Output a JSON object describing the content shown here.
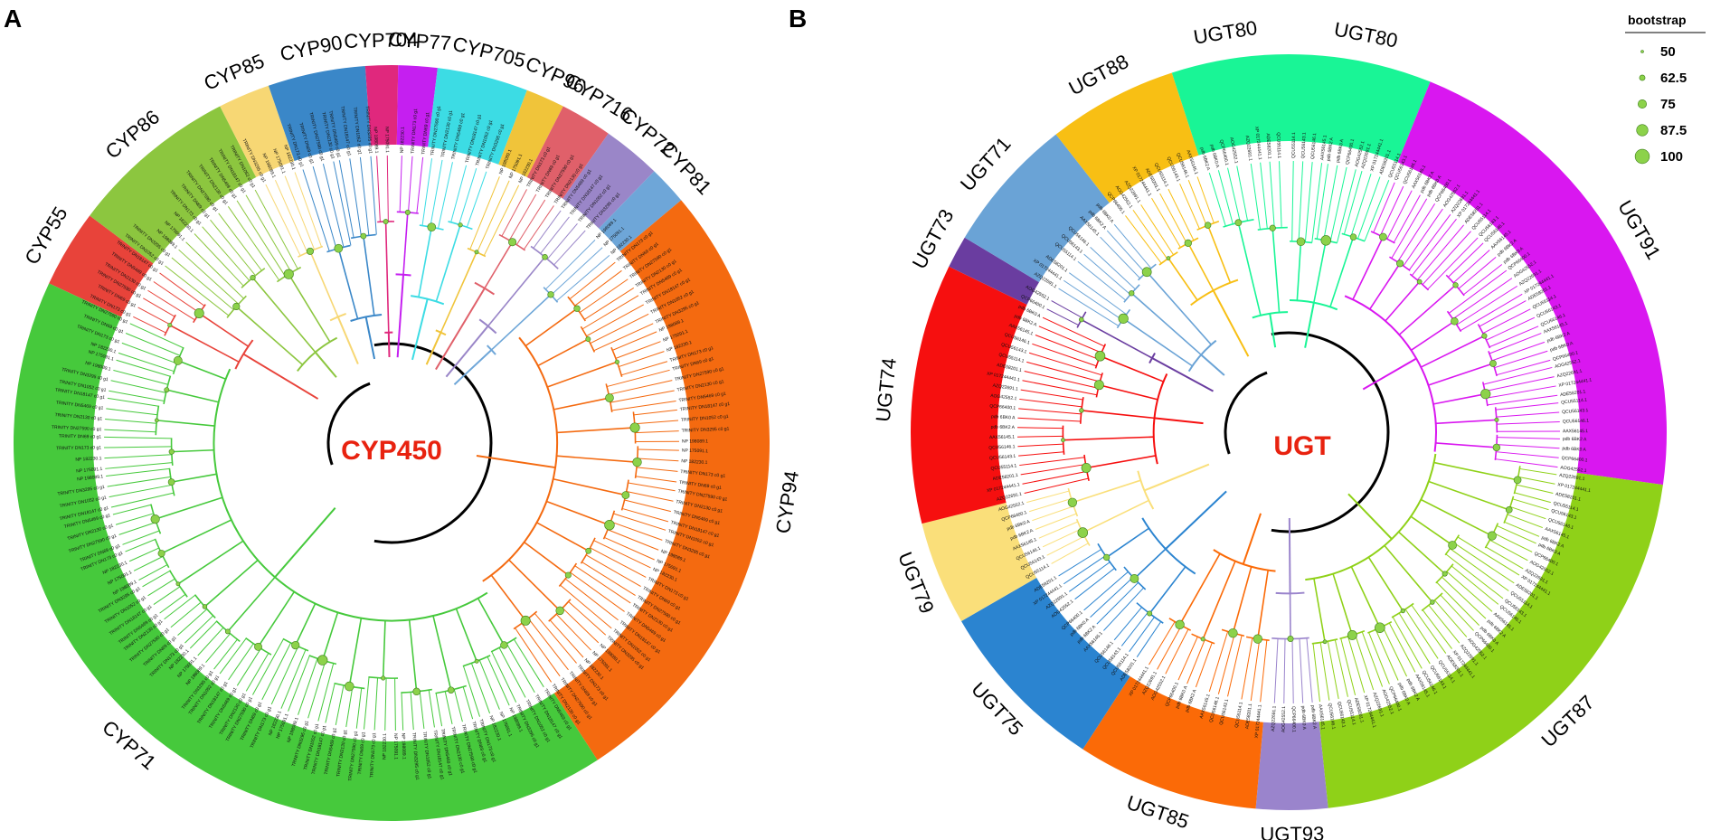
{
  "figure": {
    "panels": [
      {
        "id": "A",
        "center_label": "CYP450",
        "clades": [
          {
            "name": "CYP55",
            "color": "#e8433a",
            "start": 295,
            "end": 307
          },
          {
            "name": "CYP86",
            "color": "#8cc63f",
            "start": 307,
            "end": 333
          },
          {
            "name": "CYP85",
            "color": "#f7d774",
            "start": 333,
            "end": 341
          },
          {
            "name": "CYP90",
            "color": "#3a87c8",
            "start": 341,
            "end": 356
          },
          {
            "name": "CYP704",
            "color": "#e0287d",
            "start": 356,
            "end": 361
          },
          {
            "name": "CYP77",
            "color": "#c51ff0",
            "start": 361,
            "end": 367
          },
          {
            "name": "CYP705",
            "color": "#3cdce4",
            "start": 367,
            "end": 381
          },
          {
            "name": "CYP96",
            "color": "#f0c43a",
            "start": 381,
            "end": 387
          },
          {
            "name": "CYP716",
            "color": "#e0606a",
            "start": 387,
            "end": 395
          },
          {
            "name": "CYP72",
            "color": "#9a86c8",
            "start": 395,
            "end": 404
          },
          {
            "name": "CYP81",
            "color": "#6ea6d8",
            "start": 404,
            "end": 410
          },
          {
            "name": "CYP94",
            "color": "#f46a10",
            "start": 410,
            "end": 507
          },
          {
            "name": "CYP71",
            "color": "#46c93c",
            "start": 507,
            "end": 655
          }
        ],
        "leaf_labels": [
          "TRINITY DN173 c0 g1",
          "TRINITY DN69 c0 g1",
          "TRINITY DN27590 c0 g1",
          "TRINITY DN2130 c0 g1",
          "TRINITY DN5469 c0 g1",
          "TRINITY DN18147 c0 g1",
          "TRINITY DN1052 c0 g1",
          "TRINITY DN3295 c0 g1",
          "NP 198089.1",
          "NP 175091.1",
          "NP 182230.1"
        ]
      },
      {
        "id": "B",
        "center_label": "UGT",
        "clades": [
          {
            "name": "UGT80",
            "color": "#19f596",
            "start": 0,
            "end": 22
          },
          {
            "name": "UGT91",
            "color": "#d917f0",
            "start": 22,
            "end": 98
          },
          {
            "name": "UGT87",
            "color": "#8fd118",
            "start": 98,
            "end": 174
          },
          {
            "name": "UGT93",
            "color": "#9a84cc",
            "start": 174,
            "end": 185
          },
          {
            "name": "UGT85",
            "color": "#fb6a07",
            "start": 185,
            "end": 213
          },
          {
            "name": "UGT75",
            "color": "#2b84d0",
            "start": 213,
            "end": 240
          },
          {
            "name": "UGT79",
            "color": "#fadf7a",
            "start": 240,
            "end": 256
          },
          {
            "name": "UGT74",
            "color": "#f60f0f",
            "start": 256,
            "end": 296
          },
          {
            "name": "UGT73",
            "color": "#6a3da0",
            "start": 296,
            "end": 301
          },
          {
            "name": "UGT71",
            "color": "#6aa3d6",
            "start": 301,
            "end": 322
          },
          {
            "name": "UGT88",
            "color": "#f8bf14",
            "start": 322,
            "end": 342
          },
          {
            "name": "UGT80",
            "color": "#19f596",
            "start": 342,
            "end": 360
          }
        ],
        "leaf_labels": [
          "QCU55114.1",
          "QCU56143.1",
          "QCU56146.1",
          "AAX56145.1",
          "pdb 6BK2 A",
          "pdb 6BK0 A",
          "QCP66400.1",
          "AOG42552.1",
          "AZQ22691.1",
          "XP 017244441.1",
          "ADE58201.1"
        ]
      }
    ],
    "legend": {
      "title": "bootstrap",
      "items": [
        "50",
        "62.5",
        "75",
        "87.5",
        "100"
      ]
    }
  }
}
